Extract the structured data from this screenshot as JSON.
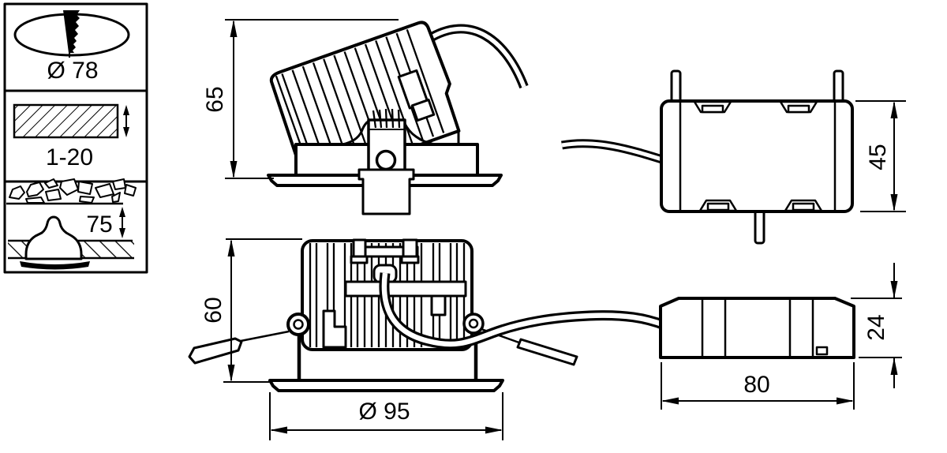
{
  "colors": {
    "line": "#000000",
    "background": "#ffffff"
  },
  "legend": {
    "cutout_label": "Ø 78",
    "ceiling_thickness_label": "1-20",
    "recess_depth_label": "75"
  },
  "dims": {
    "side_height": "65",
    "driver_top_height": "45",
    "front_height": "60",
    "bezel_diameter": "Ø 95",
    "driver_side_height": "24",
    "driver_length": "80"
  }
}
